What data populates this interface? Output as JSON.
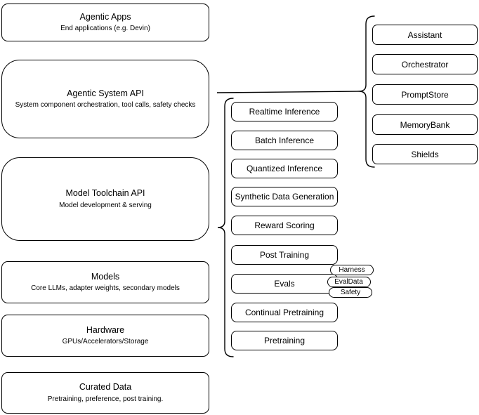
{
  "diagram": {
    "background": "#ffffff",
    "stroke_color": "#000000",
    "left_stack": [
      {
        "title": "Agentic Apps",
        "subtitle": "End applications (e.g. Devin)"
      },
      {
        "title": "Agentic System API",
        "subtitle": "System component orchestration, tool calls, safety checks"
      },
      {
        "title": "Model Toolchain API",
        "subtitle": "Model development & serving"
      },
      {
        "title": "Models",
        "subtitle": "Core LLMs, adapter weights, secondary models"
      },
      {
        "title": "Hardware",
        "subtitle": "GPUs/Accelerators/Storage"
      },
      {
        "title": "Curated Data",
        "subtitle": "Pretraining, preference, post training."
      }
    ],
    "toolchain_items": [
      "Realtime Inference",
      "Batch Inference",
      "Quantized Inference",
      "Synthetic Data Generation",
      "Reward Scoring",
      "Post Training",
      "Evals",
      "Continual Pretraining",
      "Pretraining"
    ],
    "eval_tags": [
      "Harness",
      "EvalData",
      "Safety"
    ],
    "system_components": [
      "Assistant",
      "Orchestrator",
      "PromptStore",
      "MemoryBank",
      "Shields"
    ]
  }
}
